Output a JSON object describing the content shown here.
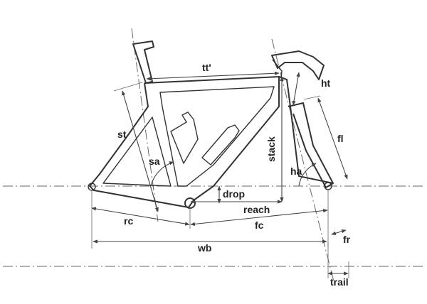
{
  "labels": {
    "tt": "tt'",
    "ht": "ht",
    "st": "st",
    "fl": "fl",
    "stack": "stack",
    "sa": "sa",
    "ha": "ha",
    "drop": "drop",
    "reach": "reach",
    "rc": "rc",
    "fc": "fc",
    "fr": "fr",
    "wb": "wb",
    "trail": "trail"
  },
  "colors": {
    "line": "#333333",
    "dimension": "#444444",
    "background": "#ffffff"
  }
}
